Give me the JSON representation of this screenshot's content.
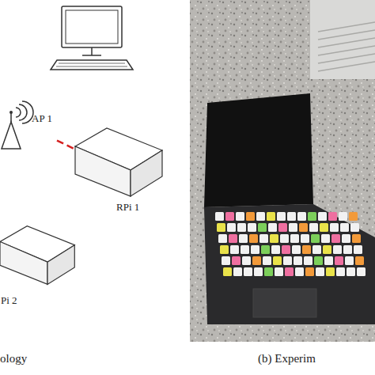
{
  "diagram": {
    "nodes": [
      {
        "text": [
          "AP 1"
        ]
      },
      {
        "text": [
          "RPi 1"
        ]
      },
      {
        "text": [
          "Pi 2"
        ]
      }
    ],
    "edges": [
      {
        "from": 0,
        "to": 1,
        "arrow": "none"
      }
    ],
    "labels": [
      "ology",
      "(b) Experim"
    ]
  }
}
